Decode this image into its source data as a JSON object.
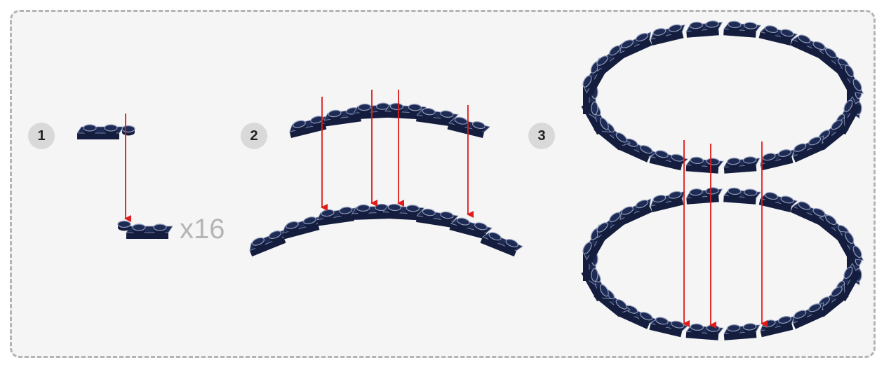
{
  "steps": [
    {
      "number": "1"
    },
    {
      "number": "2"
    },
    {
      "number": "3"
    }
  ],
  "step1": {
    "quantity_label": "x16"
  },
  "colors": {
    "panel_background": "#f5f5f5",
    "panel_border": "#b4b4b4",
    "badge_background": "#d9d9d9",
    "brick_top": "#1e2b55",
    "brick_side": "#141d3d",
    "stud_highlight": "#8e9ab8",
    "arrow": "#e01b1b",
    "quantity_text": "#b5b5b5"
  },
  "icons": {
    "brick": "curved-plate-brick-icon",
    "arrow": "red-down-arrow-icon"
  }
}
